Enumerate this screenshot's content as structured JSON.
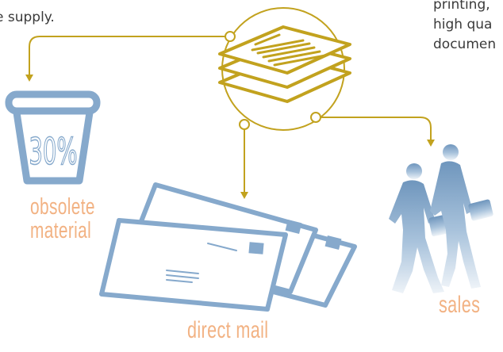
{
  "intro_text_left": "e supply.",
  "intro_text_right": [
    "printing,",
    "high qua",
    "documen"
  ],
  "cup_value": "30%",
  "labels": {
    "obsolete": [
      "obsolete",
      "material"
    ],
    "direct_mail": "direct mail",
    "sales": "sales"
  },
  "colors": {
    "connector": "#c2a21e",
    "cup": "#86a9cc",
    "label": "#f2b283",
    "people": "#7fa3c4"
  },
  "icons": [
    "paper-stack-icon",
    "recycle-cup-icon",
    "envelopes-icon",
    "business-people-icon"
  ]
}
